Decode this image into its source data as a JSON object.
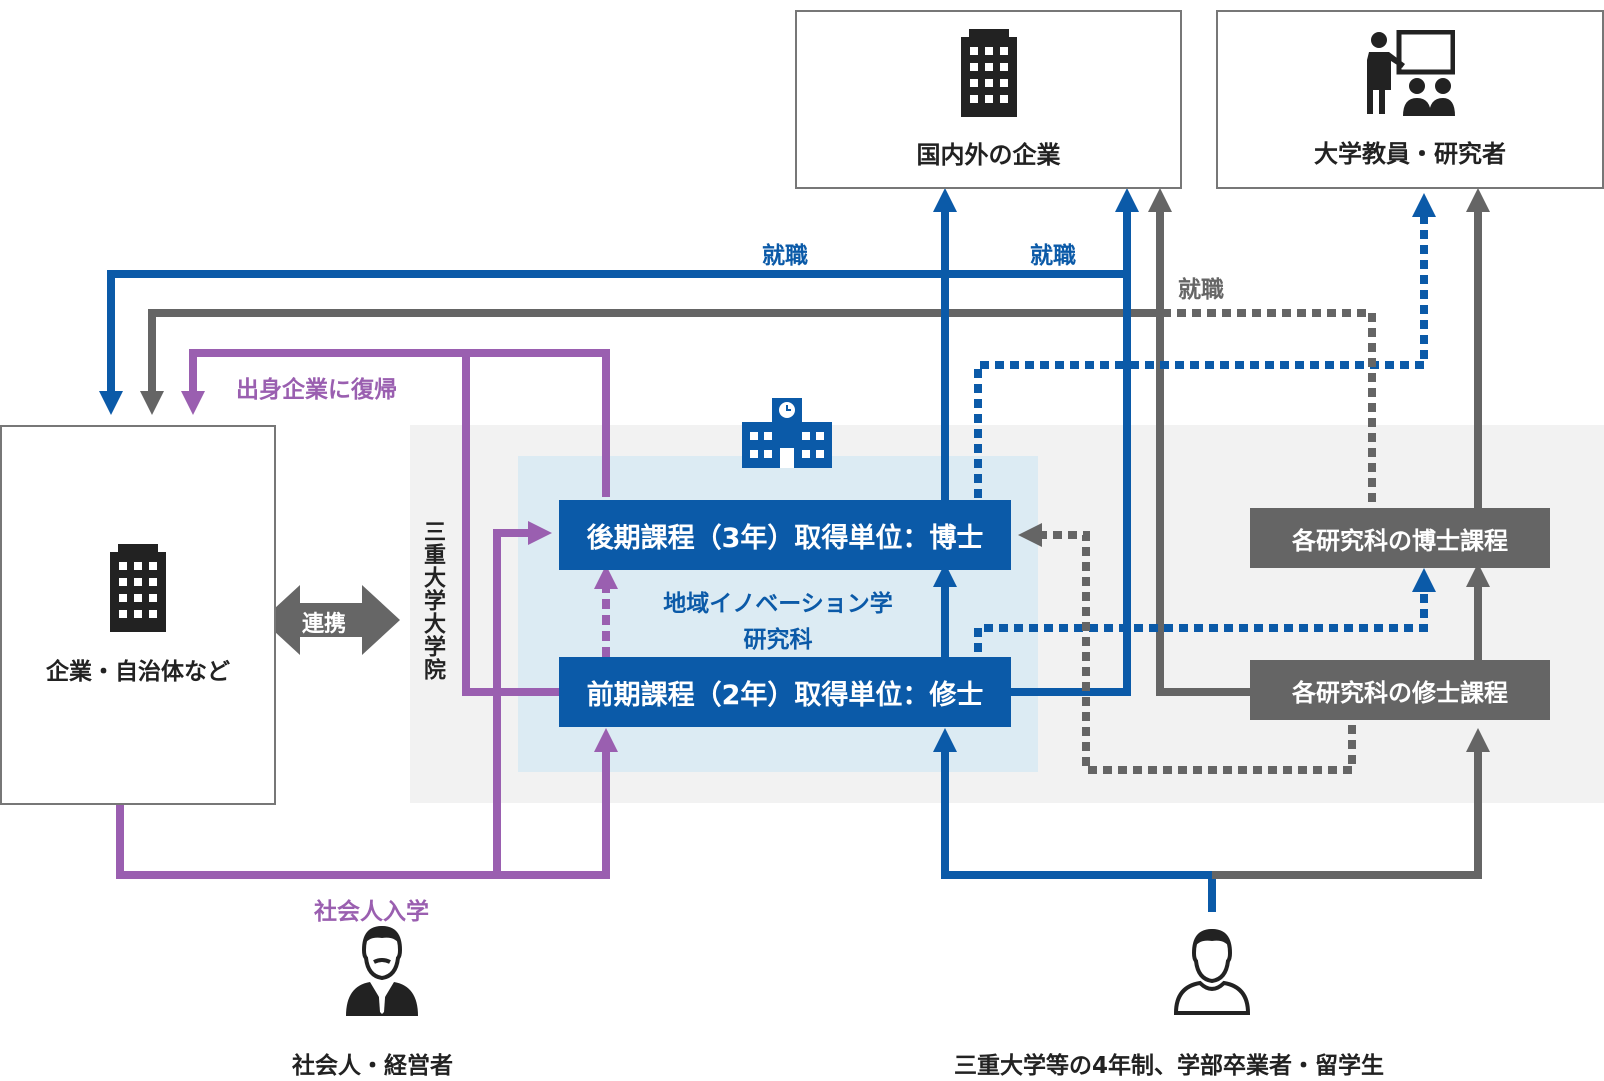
{
  "colors": {
    "blue": "#0b5aa8",
    "gray": "#656565",
    "purple": "#9a5fb0",
    "light_gray_bg": "#f2f2f2",
    "light_blue_bg": "#dcebf3"
  },
  "nodes": {
    "companies_domestic_foreign": "国内外の企業",
    "faculty_researchers": "大学教員・研究者",
    "companies_municipalities": "企業・自治体など",
    "doctoral_course": "後期課程（3年）取得単位：博士",
    "master_course": "前期課程（2年）取得単位：修士",
    "other_doctoral": "各研究科の博士課程",
    "other_master": "各研究科の修士課程"
  },
  "labels": {
    "employment_1": "就職",
    "employment_2": "就職",
    "employment_3": "就職",
    "return_to_company": "出身企業に復帰",
    "partnership": "連携",
    "graduate_school": "三重大学大学院",
    "graduate_school_name_line1": "地域イノベーション学",
    "graduate_school_name_line2": "研究科",
    "working_adult_admission": "社会人入学",
    "working_adults": "社会人・経営者",
    "undergrad_graduates": "三重大学等の4年制、学部卒業者・留学生"
  },
  "icons": {
    "building_top": "office-building-icon",
    "teacher": "lecturer-icon",
    "building_left": "office-building-icon",
    "school": "school-building-icon",
    "businessman": "businessman-icon",
    "student": "student-icon"
  }
}
